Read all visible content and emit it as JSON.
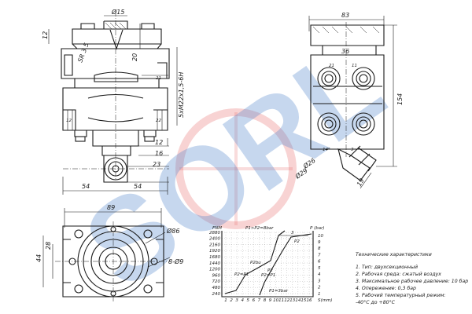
{
  "watermark": {
    "text": "SORL",
    "color": "#2f6fc4",
    "ring_color": "#e04545"
  },
  "dimensions": {
    "d15": "Ø15",
    "h12": "12",
    "sr35": "SR 3.5",
    "h20": "20",
    "thread": "5xM22x1,5-6H",
    "p21": "21",
    "p12": "12",
    "p22": "22",
    "d12b": "12",
    "d16": "16",
    "d23": "23",
    "d54a": "54",
    "d54b": "54",
    "w83": "83",
    "d36": "36",
    "n21": "21",
    "n11": "11",
    "h154": "154",
    "d26": "Ø26",
    "d29": "Ø29",
    "ang": "14°",
    "n3": "3",
    "d19": "19",
    "w89": "89",
    "d86": "Ø86",
    "h44": "44",
    "h28": "28",
    "holes": "8-Ø9"
  },
  "graph": {
    "y_title": "FNM",
    "x_title": "P1>P2=8bar",
    "right_title": "P (bar)",
    "x_unit": "S(mm)",
    "y_ticks": [
      "2880",
      "2400",
      "2160",
      "1920",
      "1680",
      "1440",
      "1200",
      "960",
      "720",
      "480",
      "240"
    ],
    "x_ticks": [
      "1",
      "2",
      "3",
      "4",
      "5",
      "6",
      "7",
      "8",
      "9",
      "10",
      "11",
      "12",
      "13",
      "14",
      "15",
      "16"
    ],
    "right_ticks": [
      "10",
      "9",
      "8",
      "7",
      "6",
      "5",
      "4",
      "3",
      "2",
      "1"
    ],
    "curve_labels": [
      "P2",
      "3",
      "P2bu",
      "P2",
      "P2=P1",
      "P2=P1",
      "P1=3bar"
    ]
  },
  "specs": {
    "title": "Технические характеристики",
    "items": [
      "1. Тип: двухсекционный",
      "2. Рабочая среда: сжатый воздух",
      "3. Максимальное рабочее давление: 10 бар",
      "4. Опережение: 0,3 бар",
      "5. Рабочий температурный режим:",
      "-40°С до +80°С"
    ]
  }
}
